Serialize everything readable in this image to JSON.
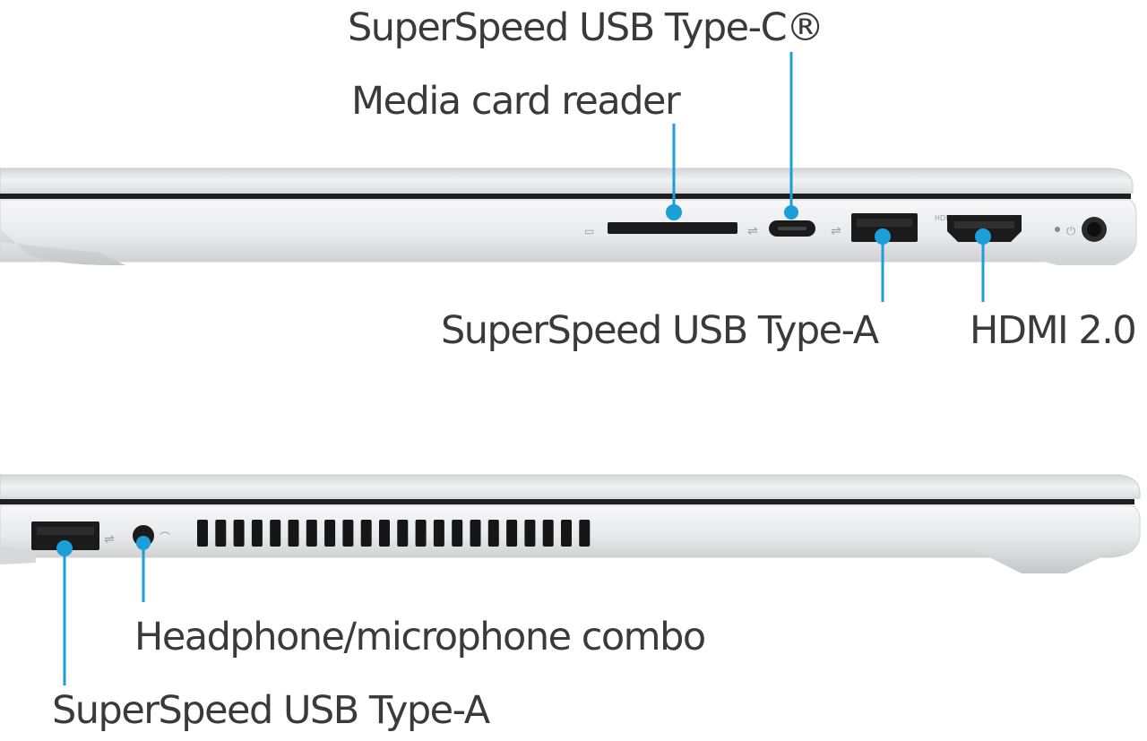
{
  "callouts": {
    "usb_c": "SuperSpeed USB Type-C®",
    "media_card_reader": "Media card reader",
    "usb_a_right": "SuperSpeed USB Type-A",
    "hdmi": "HDMI 2.0",
    "headphone_combo": "Headphone/microphone combo",
    "usb_a_left": "SuperSpeed USB Type-A"
  },
  "colors": {
    "callout_line": "#1a9fd9",
    "callout_text": "#3a3a3a",
    "chassis": "#e6e7e9",
    "port": "#1b1b1b"
  }
}
